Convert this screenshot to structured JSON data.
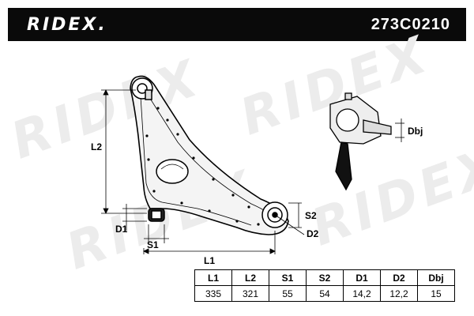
{
  "header": {
    "brand": "RIDEX.",
    "part_number": "273C0210"
  },
  "watermark": {
    "text": "RIDEX"
  },
  "dimension_labels": {
    "L1": "L1",
    "L2": "L2",
    "S1": "S1",
    "S2": "S2",
    "D1": "D1",
    "D2": "D2",
    "Dbj": "Dbj"
  },
  "spec_table": {
    "headers": [
      "L1",
      "L2",
      "S1",
      "S2",
      "D1",
      "D2",
      "Dbj"
    ],
    "values": [
      "335",
      "321",
      "55",
      "54",
      "14,2",
      "12,2",
      "15"
    ]
  }
}
